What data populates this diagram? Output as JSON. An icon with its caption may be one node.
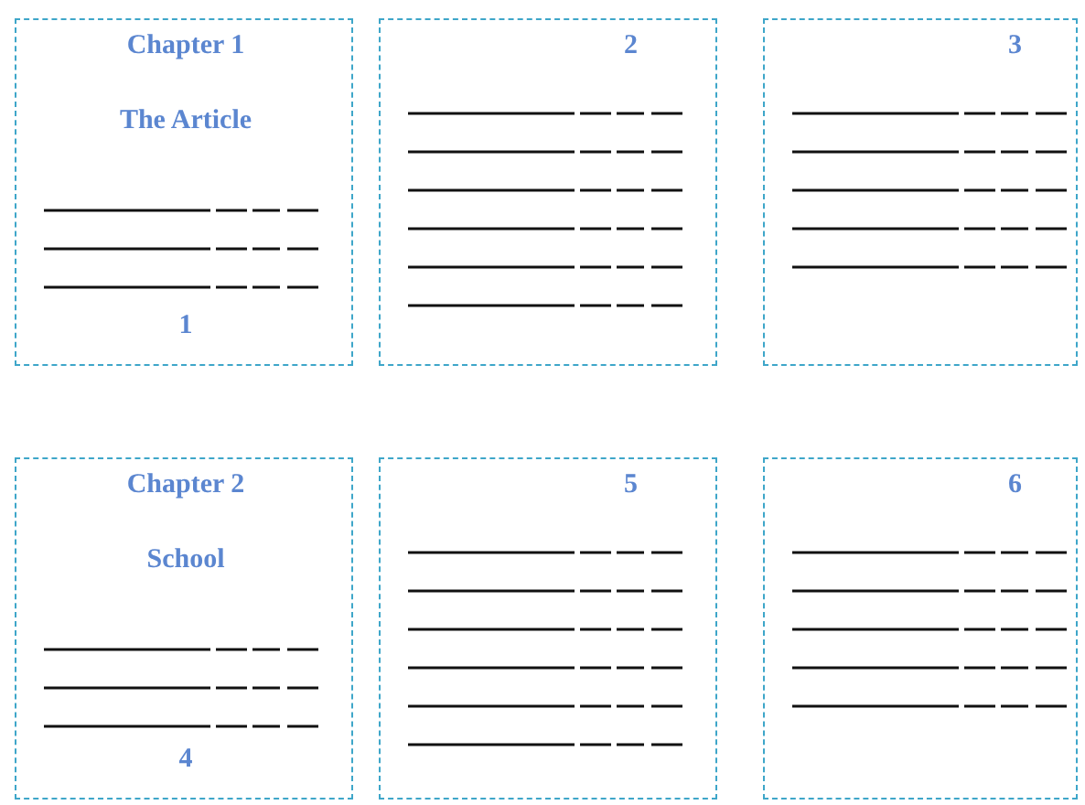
{
  "diagram": {
    "nodes": [
      {
        "text": [
          "Chapter 1",
          "The Article",
          "1"
        ]
      },
      {
        "text": [
          "2"
        ]
      },
      {
        "text": [
          "3"
        ]
      },
      {
        "text": [
          "Chapter 2",
          "School",
          "4"
        ]
      },
      {
        "text": [
          "5"
        ]
      },
      {
        "text": [
          "6"
        ]
      }
    ]
  }
}
